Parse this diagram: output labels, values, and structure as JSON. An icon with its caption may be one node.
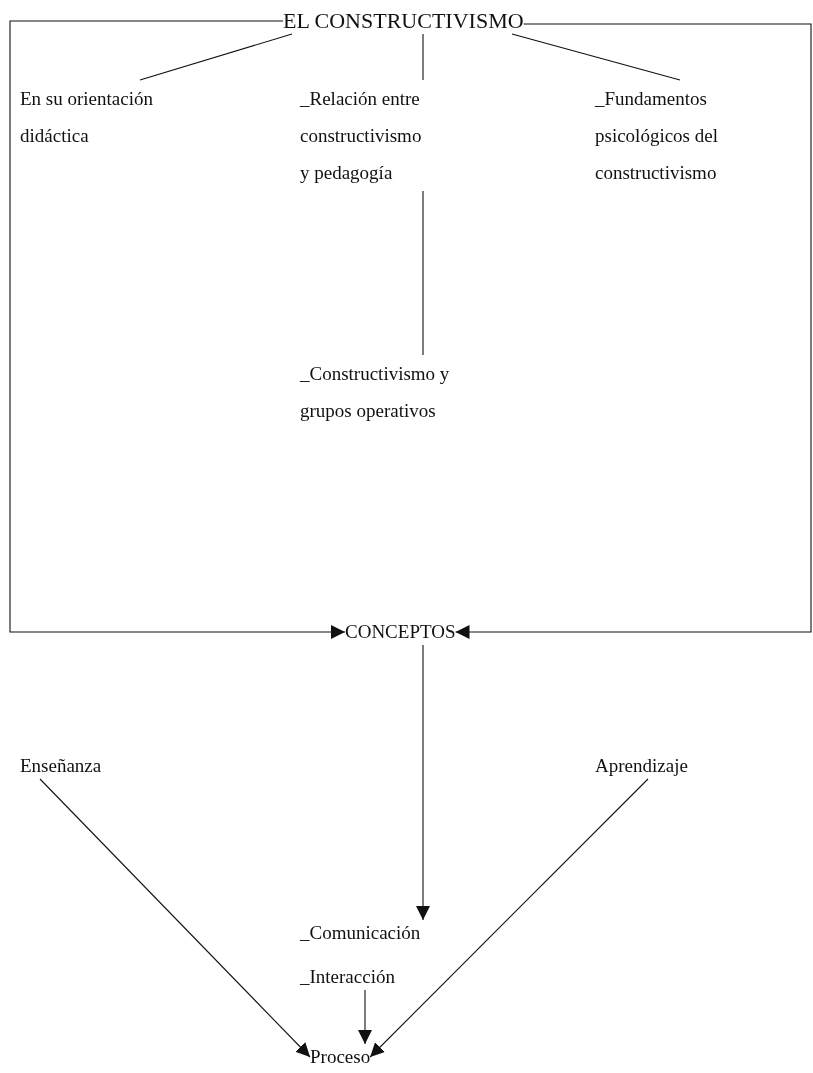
{
  "diagram": {
    "nodes": [
      {
        "text": [
          "EL CONSTRUCTIVISMO"
        ]
      },
      {
        "text": [
          "En su orientación didáctica"
        ]
      },
      {
        "text": [
          "_Relación entre constructivismo y pedagogía"
        ]
      },
      {
        "text": [
          "_Fundamentos psicológicos del constructivismo"
        ]
      },
      {
        "text": [
          "_Constructivismo y grupos operativos"
        ]
      },
      {
        "text": [
          "CONCEPTOS"
        ]
      },
      {
        "text": [
          "Enseñanza"
        ]
      },
      {
        "text": [
          "Aprendizaje"
        ]
      },
      {
        "text": [
          "_Comunicación"
        ]
      },
      {
        "text": [
          "_Interacción"
        ]
      },
      {
        "text": [
          "Proceso"
        ]
      }
    ],
    "edges": [
      {
        "from": 0,
        "to": 1,
        "arrow": "none"
      },
      {
        "from": 0,
        "to": 2,
        "arrow": "none"
      },
      {
        "from": 0,
        "to": 3,
        "arrow": "none"
      },
      {
        "from": 2,
        "to": 4,
        "arrow": "none"
      },
      {
        "from": 0,
        "to": 5,
        "arrow": "to"
      },
      {
        "from": 0,
        "to": 5,
        "arrow": "to"
      },
      {
        "from": 5,
        "to": 8,
        "arrow": "to"
      },
      {
        "from": 9,
        "to": 10,
        "arrow": "to"
      },
      {
        "from": 6,
        "to": 10,
        "arrow": "to"
      },
      {
        "from": 7,
        "to": 10,
        "arrow": "to"
      }
    ]
  }
}
